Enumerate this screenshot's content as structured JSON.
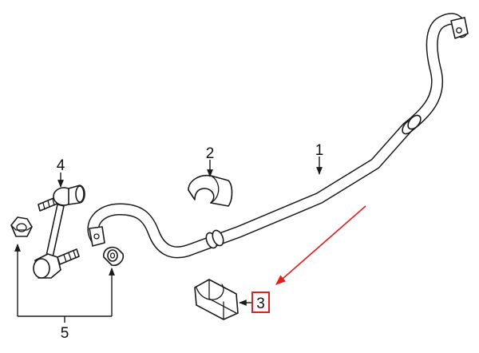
{
  "callouts": {
    "part_1": "1",
    "part_2": "2",
    "part_3": "3",
    "part_4": "4",
    "part_5": "5"
  },
  "colors": {
    "line": "#1a1a1a",
    "highlight": "#e02020",
    "background": "#ffffff"
  }
}
